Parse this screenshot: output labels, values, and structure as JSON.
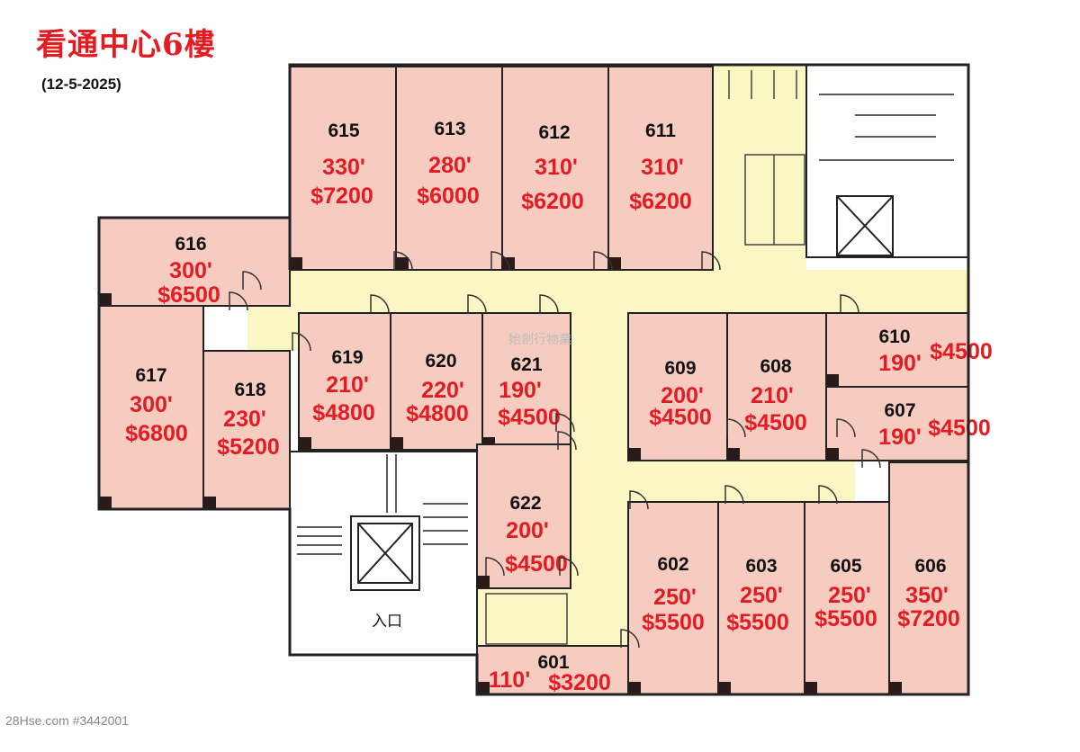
{
  "title": "看通中心6樓",
  "date": "(12-5-2025)",
  "footer": "28Hse.com #3442001",
  "entrance_label": "入口",
  "watermark": "始創行物業",
  "colors": {
    "unit_fill": "#f6cbc0",
    "corridor": "#fbf7c4",
    "wall": "#222222",
    "text_red": "#e31b23"
  },
  "units": [
    {
      "no": "615",
      "size": "330'",
      "price": "$7200"
    },
    {
      "no": "613",
      "size": "280'",
      "price": "$6000"
    },
    {
      "no": "612",
      "size": "310'",
      "price": "$6200"
    },
    {
      "no": "611",
      "size": "310'",
      "price": "$6200"
    },
    {
      "no": "616",
      "size": "300'",
      "price": "$6500"
    },
    {
      "no": "617",
      "size": "300'",
      "price": "$6800"
    },
    {
      "no": "618",
      "size": "230'",
      "price": "$5200"
    },
    {
      "no": "619",
      "size": "210'",
      "price": "$4800"
    },
    {
      "no": "620",
      "size": "220'",
      "price": "$4800"
    },
    {
      "no": "621",
      "size": "190'",
      "price": "$4500"
    },
    {
      "no": "609",
      "size": "200'",
      "price": "$4500"
    },
    {
      "no": "608",
      "size": "210'",
      "price": "$4500"
    },
    {
      "no": "610",
      "size": "190'",
      "price": "$4500"
    },
    {
      "no": "607",
      "size": "190'",
      "price": "$4500"
    },
    {
      "no": "622",
      "size": "200'",
      "price": "$4500"
    },
    {
      "no": "602",
      "size": "250'",
      "price": "$5500"
    },
    {
      "no": "603",
      "size": "250'",
      "price": "$5500"
    },
    {
      "no": "605",
      "size": "250'",
      "price": "$5500"
    },
    {
      "no": "606",
      "size": "350'",
      "price": "$7200"
    },
    {
      "no": "601",
      "size": "110'",
      "price": "$3200"
    }
  ]
}
